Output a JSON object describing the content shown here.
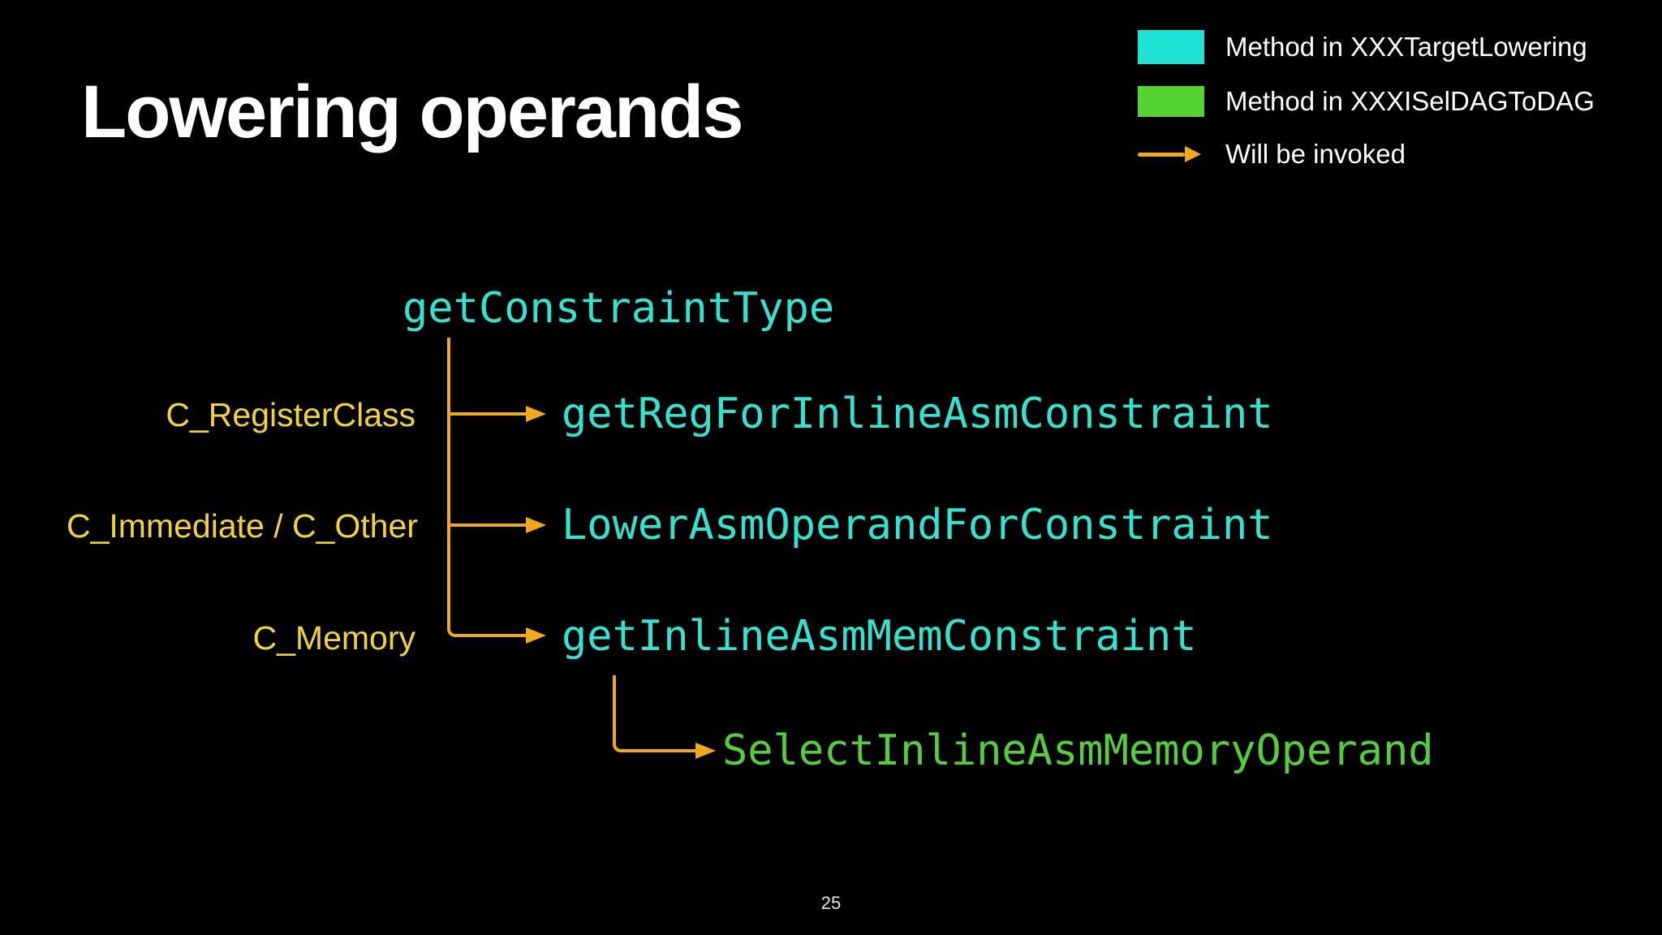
{
  "slide": {
    "title": "Lowering operands",
    "page_number": "25"
  },
  "legend": {
    "items": [
      {
        "key": "target-lowering",
        "swatch": "cyan-rectangle",
        "color": "#1de1d2",
        "label": "Method in XXXTargetLowering"
      },
      {
        "key": "isel-dag-to-dag",
        "swatch": "green-rectangle",
        "color": "#56d231",
        "label": "Method in XXXISelDAGToDAG"
      },
      {
        "key": "will-be-invoked",
        "swatch": "yellow-arrow",
        "color": "#f0a81e",
        "label": "Will be invoked"
      }
    ]
  },
  "diagram": {
    "root_method": "getConstraintType",
    "branches": [
      {
        "condition": "C_RegisterClass",
        "method": "getRegForInlineAsmConstraint"
      },
      {
        "condition": "C_Immediate / C_Other",
        "method": "LowerAsmOperandForConstraint"
      },
      {
        "condition": "C_Memory",
        "method": "getInlineAsmMemConstraint",
        "invokes": "SelectInlineAsmMemoryOperand"
      }
    ]
  },
  "colors": {
    "background": "#000000",
    "title_text": "#ffffff",
    "method_in_target_lowering": "#35e2cf",
    "method_in_isel_dag_to_dag": "#56cd3f",
    "condition_label": "#f2d23e",
    "arrow": "#f0a81e"
  }
}
